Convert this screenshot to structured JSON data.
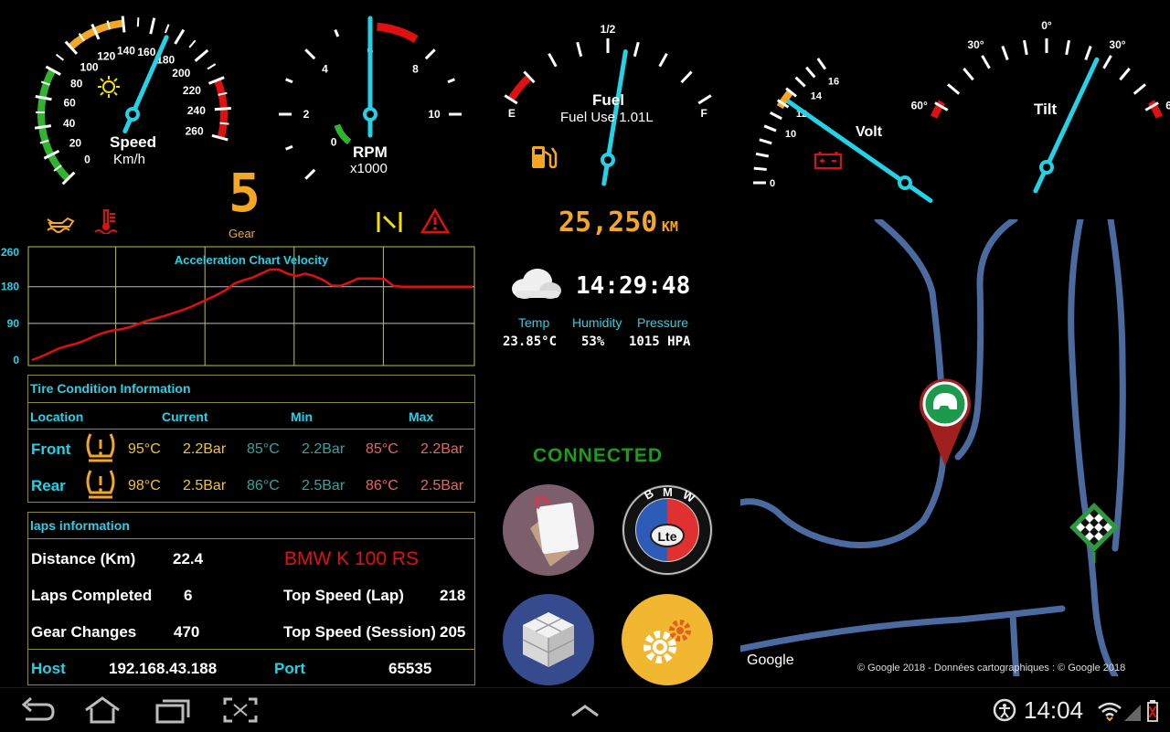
{
  "speedometer": {
    "title": "Speed",
    "unit": "Km/h",
    "ticks": [
      "0",
      "20",
      "40",
      "60",
      "80",
      "100",
      "120",
      "140",
      "160",
      "180",
      "200",
      "220",
      "240",
      "260"
    ],
    "value": 172
  },
  "tachometer": {
    "title": "RPM",
    "unit": "x1000",
    "ticks": [
      "0",
      "2",
      "4",
      "6",
      "8",
      "10"
    ],
    "value": 6
  },
  "gear": {
    "value": "5",
    "label": "Gear"
  },
  "fuel_gauge": {
    "title": "Fuel",
    "subtitle": "Fuel Use 1.01L",
    "empty_label": "E",
    "half_label": "1/2",
    "full_label": "F",
    "level": 0.58
  },
  "odometer": {
    "value": "25,250",
    "unit": "KM"
  },
  "volt_gauge": {
    "title": "Volt",
    "ticks": [
      "0",
      "10",
      "12",
      "14",
      "16"
    ],
    "value": 12.2
  },
  "tilt_gauge": {
    "title": "Tilt",
    "ticks": [
      "60°",
      "30°",
      "0°",
      "30°",
      "60°"
    ],
    "value_deg": 25
  },
  "weather": {
    "time": "14:29:48",
    "labels": {
      "temp": "Temp",
      "humidity": "Humidity",
      "pressure": "Pressure"
    },
    "values": {
      "temp": "23.85°C",
      "humidity": "53%",
      "pressure": "1015 HPA"
    }
  },
  "connection_status": "CONNECTED",
  "chart_data": {
    "type": "line",
    "title": "Acceleration Chart Velocity",
    "yticks": [
      "260",
      "180",
      "90",
      "0"
    ],
    "ylim": [
      0,
      260
    ],
    "x": [
      0,
      2,
      4,
      6,
      8,
      10,
      12,
      14,
      16,
      18,
      20,
      22,
      24,
      26,
      28,
      30,
      32,
      34,
      36,
      38,
      40,
      42,
      44,
      46,
      48,
      50,
      52,
      54,
      56,
      58,
      60,
      62,
      64,
      66,
      68,
      70,
      72,
      74,
      76,
      78,
      80,
      82,
      84,
      86,
      88,
      90,
      92,
      94,
      96,
      98,
      100
    ],
    "series": [
      {
        "values": [
          0,
          8,
          18,
          28,
          35,
          40,
          48,
          58,
          66,
          72,
          75,
          80,
          88,
          96,
          102,
          108,
          115,
          122,
          130,
          140,
          150,
          160,
          172,
          188,
          196,
          202,
          212,
          222,
          222,
          212,
          206,
          212,
          206,
          197,
          183,
          182,
          190,
          200,
          200,
          200,
          199,
          182,
          180,
          180,
          180,
          180,
          180,
          180,
          180,
          180,
          180
        ],
        "color": "#e01010"
      }
    ],
    "grid": true
  },
  "tire_panel": {
    "title": "Tire Condition Information",
    "headers": {
      "location": "Location",
      "current": "Current",
      "min": "Min",
      "max": "Max"
    },
    "rows": [
      {
        "location": "Front",
        "cur_temp": "95°C",
        "cur_press": "2.2Bar",
        "min_temp": "85°C",
        "min_press": "2.2Bar",
        "max_temp": "85°C",
        "max_press": "2.2Bar"
      },
      {
        "location": "Rear",
        "cur_temp": "98°C",
        "cur_press": "2.5Bar",
        "min_temp": "86°C",
        "min_press": "2.5Bar",
        "max_temp": "86°C",
        "max_press": "2.5Bar"
      }
    ]
  },
  "laps_panel": {
    "title": "laps information",
    "distance_label": "Distance (Km)",
    "distance_value": "22.4",
    "bike_name": "BMW K 100 RS",
    "laps_label": "Laps Completed",
    "laps_value": "6",
    "top_lap_label": "Top Speed (Lap)",
    "top_lap_value": "218",
    "gear_changes_label": "Gear Changes",
    "gear_changes_value": "470",
    "top_session_label": "Top Speed (Session)",
    "top_session_value": "205",
    "host_label": "Host",
    "host_value": "192.168.43.188",
    "port_label": "Port",
    "port_value": "65535"
  },
  "app_buttons": {
    "bmw_letters": [
      "B",
      "M",
      "W"
    ],
    "bmw_center": "Lte"
  },
  "map": {
    "google_logo": "Google",
    "attribution": "© Google 2018 - Données cartographiques : © Google 2018"
  },
  "system_bar": {
    "clock": "14:04"
  },
  "colors": {
    "cyan": "#22d3e8",
    "orange": "#f5a623",
    "red": "#e01010",
    "green": "#2db52d",
    "road": "#4a6aa0"
  }
}
